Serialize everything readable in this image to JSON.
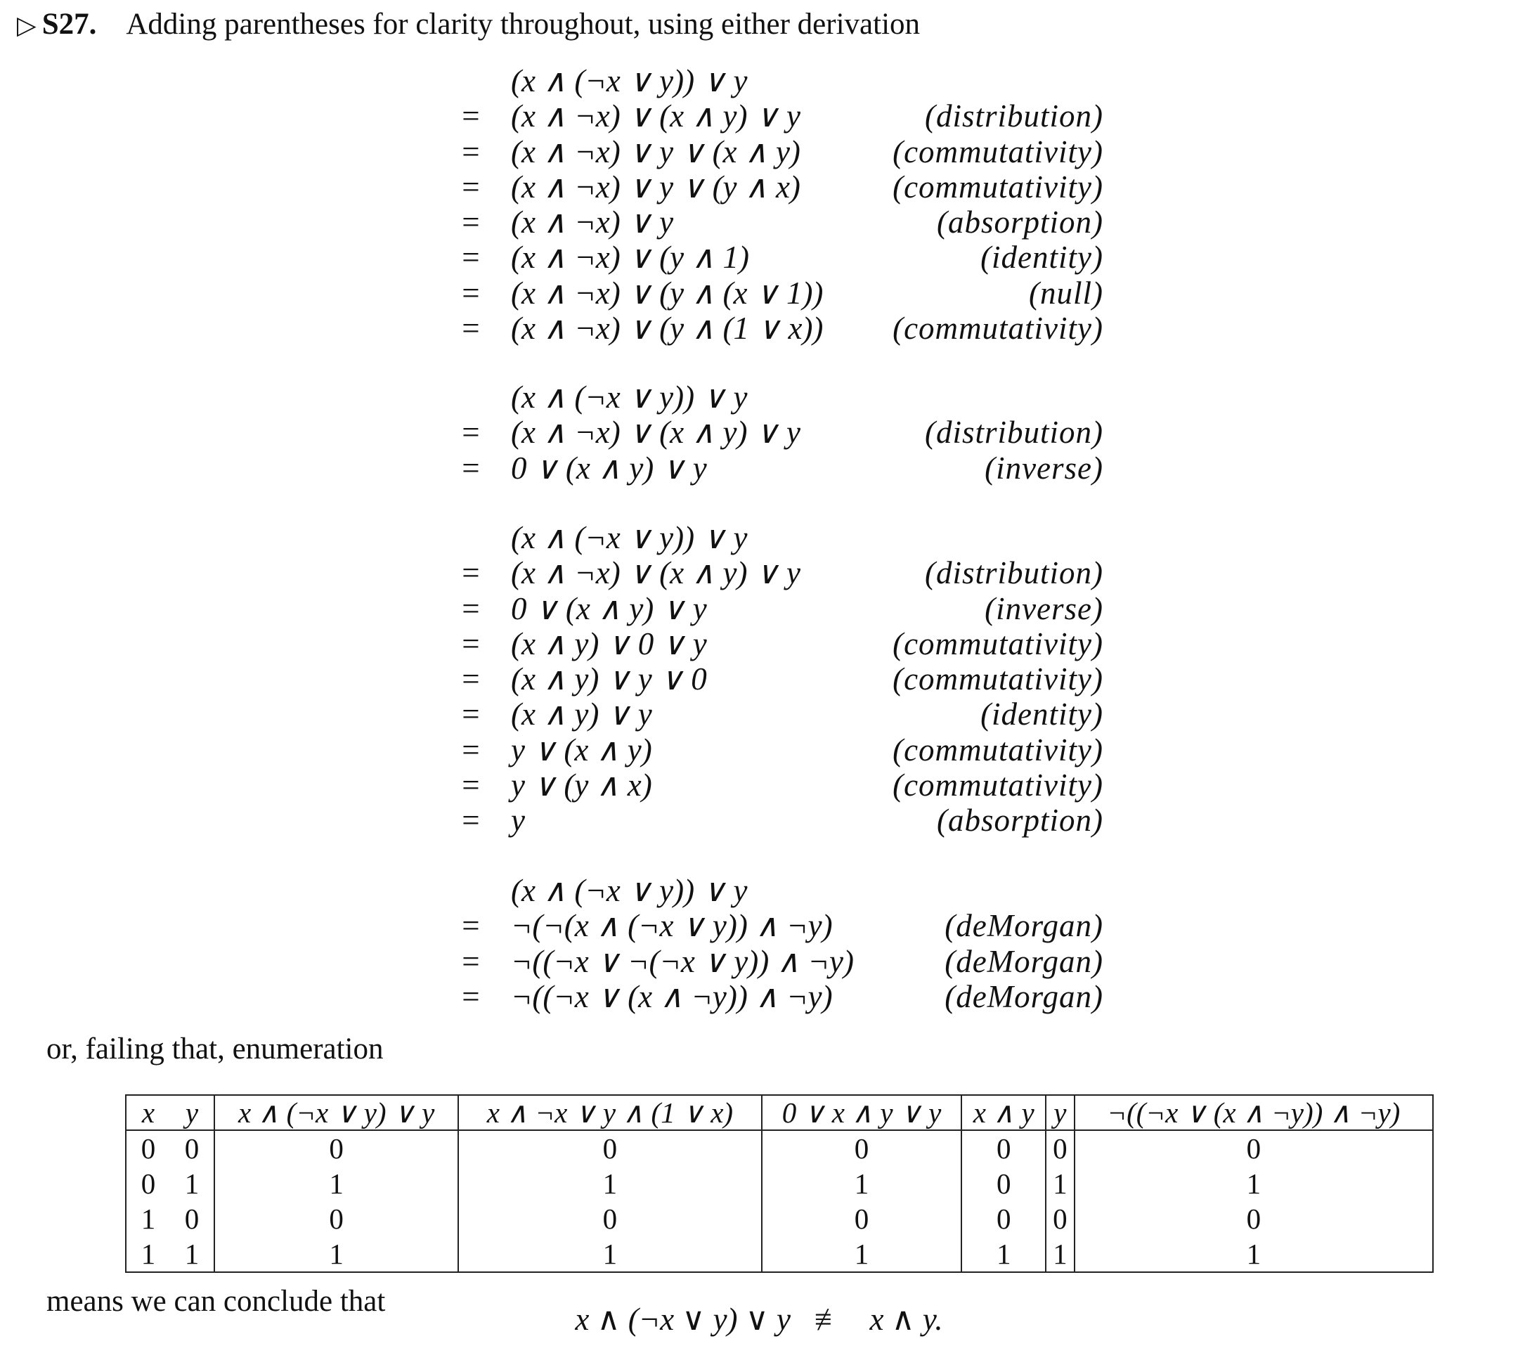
{
  "heading": {
    "marker": "▷",
    "number": "S27.",
    "text": "Adding parentheses for clarity throughout, using either derivation"
  },
  "derivations": [
    {
      "steps": [
        {
          "rel": "",
          "expr": "(x ∧ (¬x ∨ y)) ∨ y",
          "just": ""
        },
        {
          "rel": "=",
          "expr": "(x ∧ ¬x) ∨ (x ∧ y) ∨ y",
          "just": "(distribution)"
        },
        {
          "rel": "=",
          "expr": "(x ∧ ¬x) ∨ y ∨ (x ∧ y)",
          "just": "(commutativity)"
        },
        {
          "rel": "=",
          "expr": "(x ∧ ¬x) ∨ y ∨ (y ∧ x)",
          "just": "(commutativity)"
        },
        {
          "rel": "=",
          "expr": "(x ∧ ¬x) ∨ y",
          "just": "(absorption)"
        },
        {
          "rel": "=",
          "expr": "(x ∧ ¬x) ∨ (y ∧ 1)",
          "just": "(identity)"
        },
        {
          "rel": "=",
          "expr": "(x ∧ ¬x) ∨ (y ∧ (x ∨ 1))",
          "just": "(null)"
        },
        {
          "rel": "=",
          "expr": "(x ∧ ¬x) ∨ (y ∧ (1 ∨ x))",
          "just": "(commutativity)"
        }
      ]
    },
    {
      "steps": [
        {
          "rel": "",
          "expr": "(x ∧ (¬x ∨ y)) ∨ y",
          "just": ""
        },
        {
          "rel": "=",
          "expr": "(x ∧ ¬x) ∨ (x ∧ y) ∨ y",
          "just": "(distribution)"
        },
        {
          "rel": "=",
          "expr": "0 ∨ (x ∧ y) ∨ y",
          "just": "(inverse)"
        }
      ]
    },
    {
      "steps": [
        {
          "rel": "",
          "expr": "(x ∧ (¬x ∨ y)) ∨ y",
          "just": ""
        },
        {
          "rel": "=",
          "expr": "(x ∧ ¬x) ∨ (x ∧ y) ∨ y",
          "just": "(distribution)"
        },
        {
          "rel": "=",
          "expr": "0 ∨ (x ∧ y) ∨ y",
          "just": "(inverse)"
        },
        {
          "rel": "=",
          "expr": "(x ∧ y) ∨ 0 ∨ y",
          "just": "(commutativity)"
        },
        {
          "rel": "=",
          "expr": "(x ∧ y) ∨ y ∨ 0",
          "just": "(commutativity)"
        },
        {
          "rel": "=",
          "expr": "(x ∧ y) ∨ y",
          "just": "(identity)"
        },
        {
          "rel": "=",
          "expr": "y ∨ (x ∧ y)",
          "just": "(commutativity)"
        },
        {
          "rel": "=",
          "expr": "y ∨ (y ∧ x)",
          "just": "(commutativity)"
        },
        {
          "rel": "=",
          "expr": "y",
          "just": "(absorption)"
        }
      ]
    },
    {
      "steps": [
        {
          "rel": "",
          "expr": "(x ∧ (¬x ∨ y)) ∨ y",
          "just": ""
        },
        {
          "rel": "=",
          "expr": "¬(¬(x ∧ (¬x ∨ y)) ∧ ¬y)",
          "just": "(deMorgan)"
        },
        {
          "rel": "=",
          "expr": "¬((¬x ∨ ¬(¬x ∨ y)) ∧ ¬y)",
          "just": "(deMorgan)"
        },
        {
          "rel": "=",
          "expr": "¬((¬x ∨ (x ∧ ¬y)) ∧ ¬y)",
          "just": "(deMorgan)"
        }
      ]
    }
  ],
  "enumeration_intro": "or, failing that, enumeration",
  "table": {
    "headers": [
      "x",
      "y",
      "x ∧ (¬x ∨ y) ∨ y",
      "x ∧ ¬x ∨ y ∧ (1 ∨ x)",
      "0 ∨ x ∧ y ∨ y",
      "x ∧ y",
      "y",
      "¬((¬x ∨ (x ∧ ¬y)) ∧ ¬y)"
    ],
    "rows": [
      [
        "0",
        "0",
        "0",
        "0",
        "0",
        "0",
        "0",
        "0"
      ],
      [
        "0",
        "1",
        "1",
        "1",
        "1",
        "0",
        "1",
        "1"
      ],
      [
        "1",
        "0",
        "0",
        "0",
        "0",
        "0",
        "0",
        "0"
      ],
      [
        "1",
        "1",
        "1",
        "1",
        "1",
        "1",
        "1",
        "1"
      ]
    ]
  },
  "conclusion_intro": "means we can conclude that",
  "conclusion": {
    "lhs": "x ∧ (¬x ∨ y) ∨ y",
    "rel": "≢",
    "rhs": "x ∧ y."
  }
}
